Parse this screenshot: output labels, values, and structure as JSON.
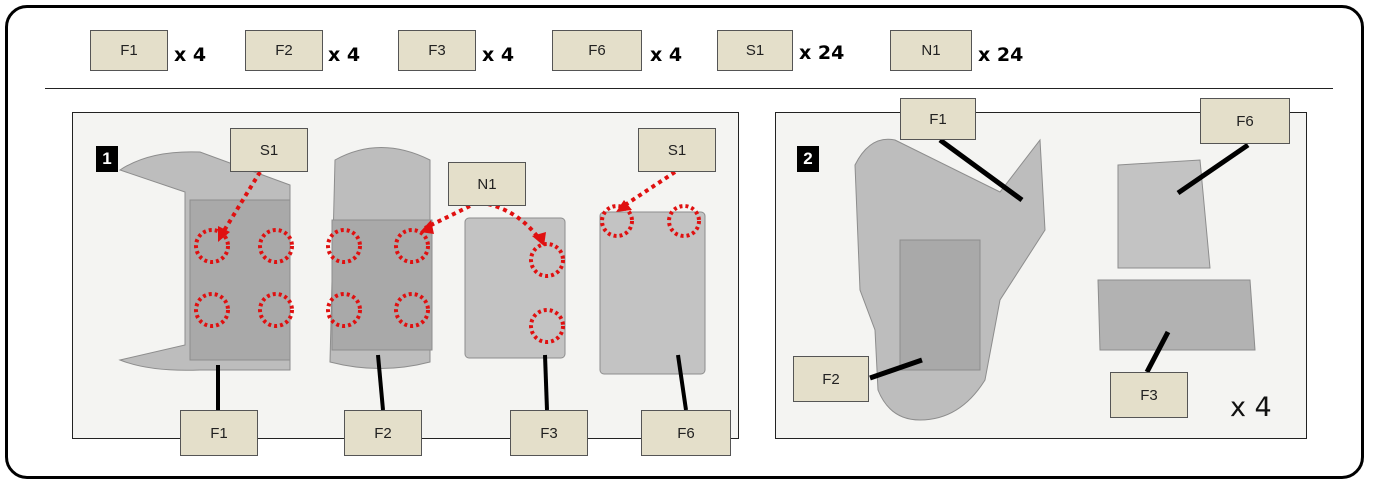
{
  "parts_list": [
    {
      "label": "F1",
      "qty": "x 4"
    },
    {
      "label": "F2",
      "qty": "x 4"
    },
    {
      "label": "F3",
      "qty": "x 4"
    },
    {
      "label": "F6",
      "qty": "x 4"
    },
    {
      "label": "S1",
      "qty": "x 24"
    },
    {
      "label": "N1",
      "qty": "x 24"
    }
  ],
  "step1": {
    "number": "1",
    "callouts": {
      "s1_left": "S1",
      "n1": "N1",
      "s1_right": "S1"
    },
    "bottom_labels": [
      "F1",
      "F2",
      "F3",
      "F6"
    ]
  },
  "step2": {
    "number": "2",
    "labels": {
      "f1": "F1",
      "f6": "F6",
      "f2": "F2",
      "f3": "F3"
    },
    "multiplier": "x 4"
  },
  "colors": {
    "tag_fill": "#e4dfca",
    "marker_red": "#e01010",
    "part_gray": "#b9b9b9"
  }
}
